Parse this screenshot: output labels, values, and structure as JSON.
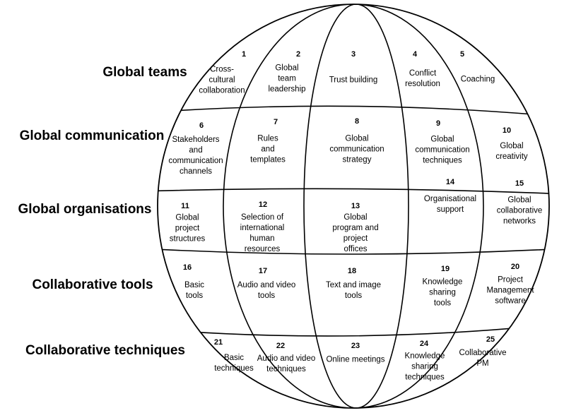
{
  "rows": [
    {
      "label": "Global teams"
    },
    {
      "label": "Global communication"
    },
    {
      "label": "Global organisations"
    },
    {
      "label": "Collaborative tools"
    },
    {
      "label": "Collaborative techniques"
    }
  ],
  "cells": [
    {
      "num": "1",
      "text": "Cross-\ncultural\ncollaboration"
    },
    {
      "num": "2",
      "text": "Global\nteam\nleadership"
    },
    {
      "num": "3",
      "text": "Trust building"
    },
    {
      "num": "4",
      "text": "Conflict\nresolution"
    },
    {
      "num": "5",
      "text": "Coaching"
    },
    {
      "num": "6",
      "text": "Stakeholders\nand\ncommunication\nchannels"
    },
    {
      "num": "7",
      "text": "Rules\nand\ntemplates"
    },
    {
      "num": "8",
      "text": "Global\ncommunication\nstrategy"
    },
    {
      "num": "9",
      "text": "Global\ncommunication\ntechniques"
    },
    {
      "num": "10",
      "text": "Global\ncreativity"
    },
    {
      "num": "11",
      "text": "Global\nproject\nstructures"
    },
    {
      "num": "12",
      "text": "Selection of\ninternational\nhuman\nresources"
    },
    {
      "num": "13",
      "text": "Global\nprogram and\nproject\noffices"
    },
    {
      "num": "14",
      "text": "Organisational\nsupport"
    },
    {
      "num": "15",
      "text": "Global\ncollaborative\nnetworks"
    },
    {
      "num": "16",
      "text": "Basic\ntools"
    },
    {
      "num": "17",
      "text": "Audio and video\ntools"
    },
    {
      "num": "18",
      "text": "Text and image\ntools"
    },
    {
      "num": "19",
      "text": "Knowledge\nsharing\ntools"
    },
    {
      "num": "20",
      "text": "Project\nManagement\nsoftware"
    },
    {
      "num": "21",
      "text": "Basic\ntechniques"
    },
    {
      "num": "22",
      "text": "Audio and video\ntechniques"
    },
    {
      "num": "23",
      "text": "Online meetings"
    },
    {
      "num": "24",
      "text": "Knowledge\nsharing\ntechniques"
    },
    {
      "num": "25",
      "text": "Collaborative\nPM"
    }
  ]
}
